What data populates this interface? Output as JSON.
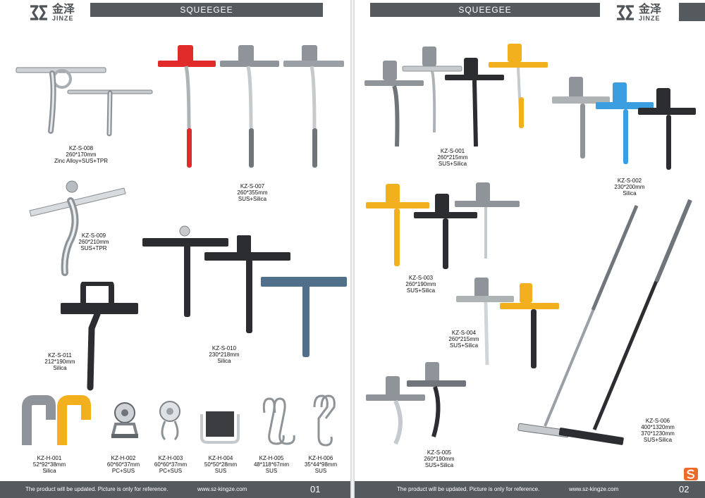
{
  "brand": {
    "name_cn": "金泽",
    "name_en": "JINZE"
  },
  "section_title": "SQUEEGEE",
  "footer": {
    "notice": "The product will be updated. Picture is only for reference.",
    "website": "www.sz-kingze.com",
    "page_left": "01",
    "page_right": "02"
  },
  "colors": {
    "header_bar": "#555a5f",
    "accent_red": "#e12b2b",
    "accent_yellow": "#f2b01e",
    "accent_blue": "#3a9ee0",
    "dark": "#2b2d30",
    "grey": "#8e949a",
    "steel": "#c6cacd"
  },
  "products_left": [
    {
      "code": "KZ-S-008",
      "size": "260*170mm",
      "material": "Zinc Alloy+SUS+TPR"
    },
    {
      "code": "KZ-S-007",
      "size": "260*355mm",
      "material": "SUS+Silica"
    },
    {
      "code": "KZ-S-009",
      "size": "260*210mm",
      "material": "SUS+TPR"
    },
    {
      "code": "KZ-S-011",
      "size": "212*190mm",
      "material": "Silica"
    },
    {
      "code": "KZ-S-010",
      "size": "230*218mm",
      "material": "Silica"
    },
    {
      "code": "KZ-H-001",
      "size": "52*92*38mm",
      "material": "Silica"
    },
    {
      "code": "KZ-H-002",
      "size": "60*60*37mm",
      "material": "PC+SUS"
    },
    {
      "code": "KZ-H-003",
      "size": "60*60*37mm",
      "material": "PC+SUS"
    },
    {
      "code": "KZ-H-004",
      "size": "50*50*28mm",
      "material": "SUS"
    },
    {
      "code": "KZ-H-005",
      "size": "48*118*67mm",
      "material": "SUS"
    },
    {
      "code": "KZ-H-006",
      "size": "35*44*98mm",
      "material": "SUS"
    }
  ],
  "products_right": [
    {
      "code": "KZ-S-001",
      "size": "260*215mm",
      "material": "SUS+Silica"
    },
    {
      "code": "KZ-S-002",
      "size": "230*200mm",
      "material": "Silica"
    },
    {
      "code": "KZ-S-003",
      "size": "260*190mm",
      "material": "SUS+Silica"
    },
    {
      "code": "KZ-S-004",
      "size": "260*215mm",
      "material": "SUS+Silica"
    },
    {
      "code": "KZ-S-005",
      "size": "260*190mm",
      "material": "SUS+Silica"
    },
    {
      "code": "KZ-S-006",
      "size": "400*1320mm",
      "size2": "370*1230mm",
      "material": "SUS+Silica"
    }
  ]
}
